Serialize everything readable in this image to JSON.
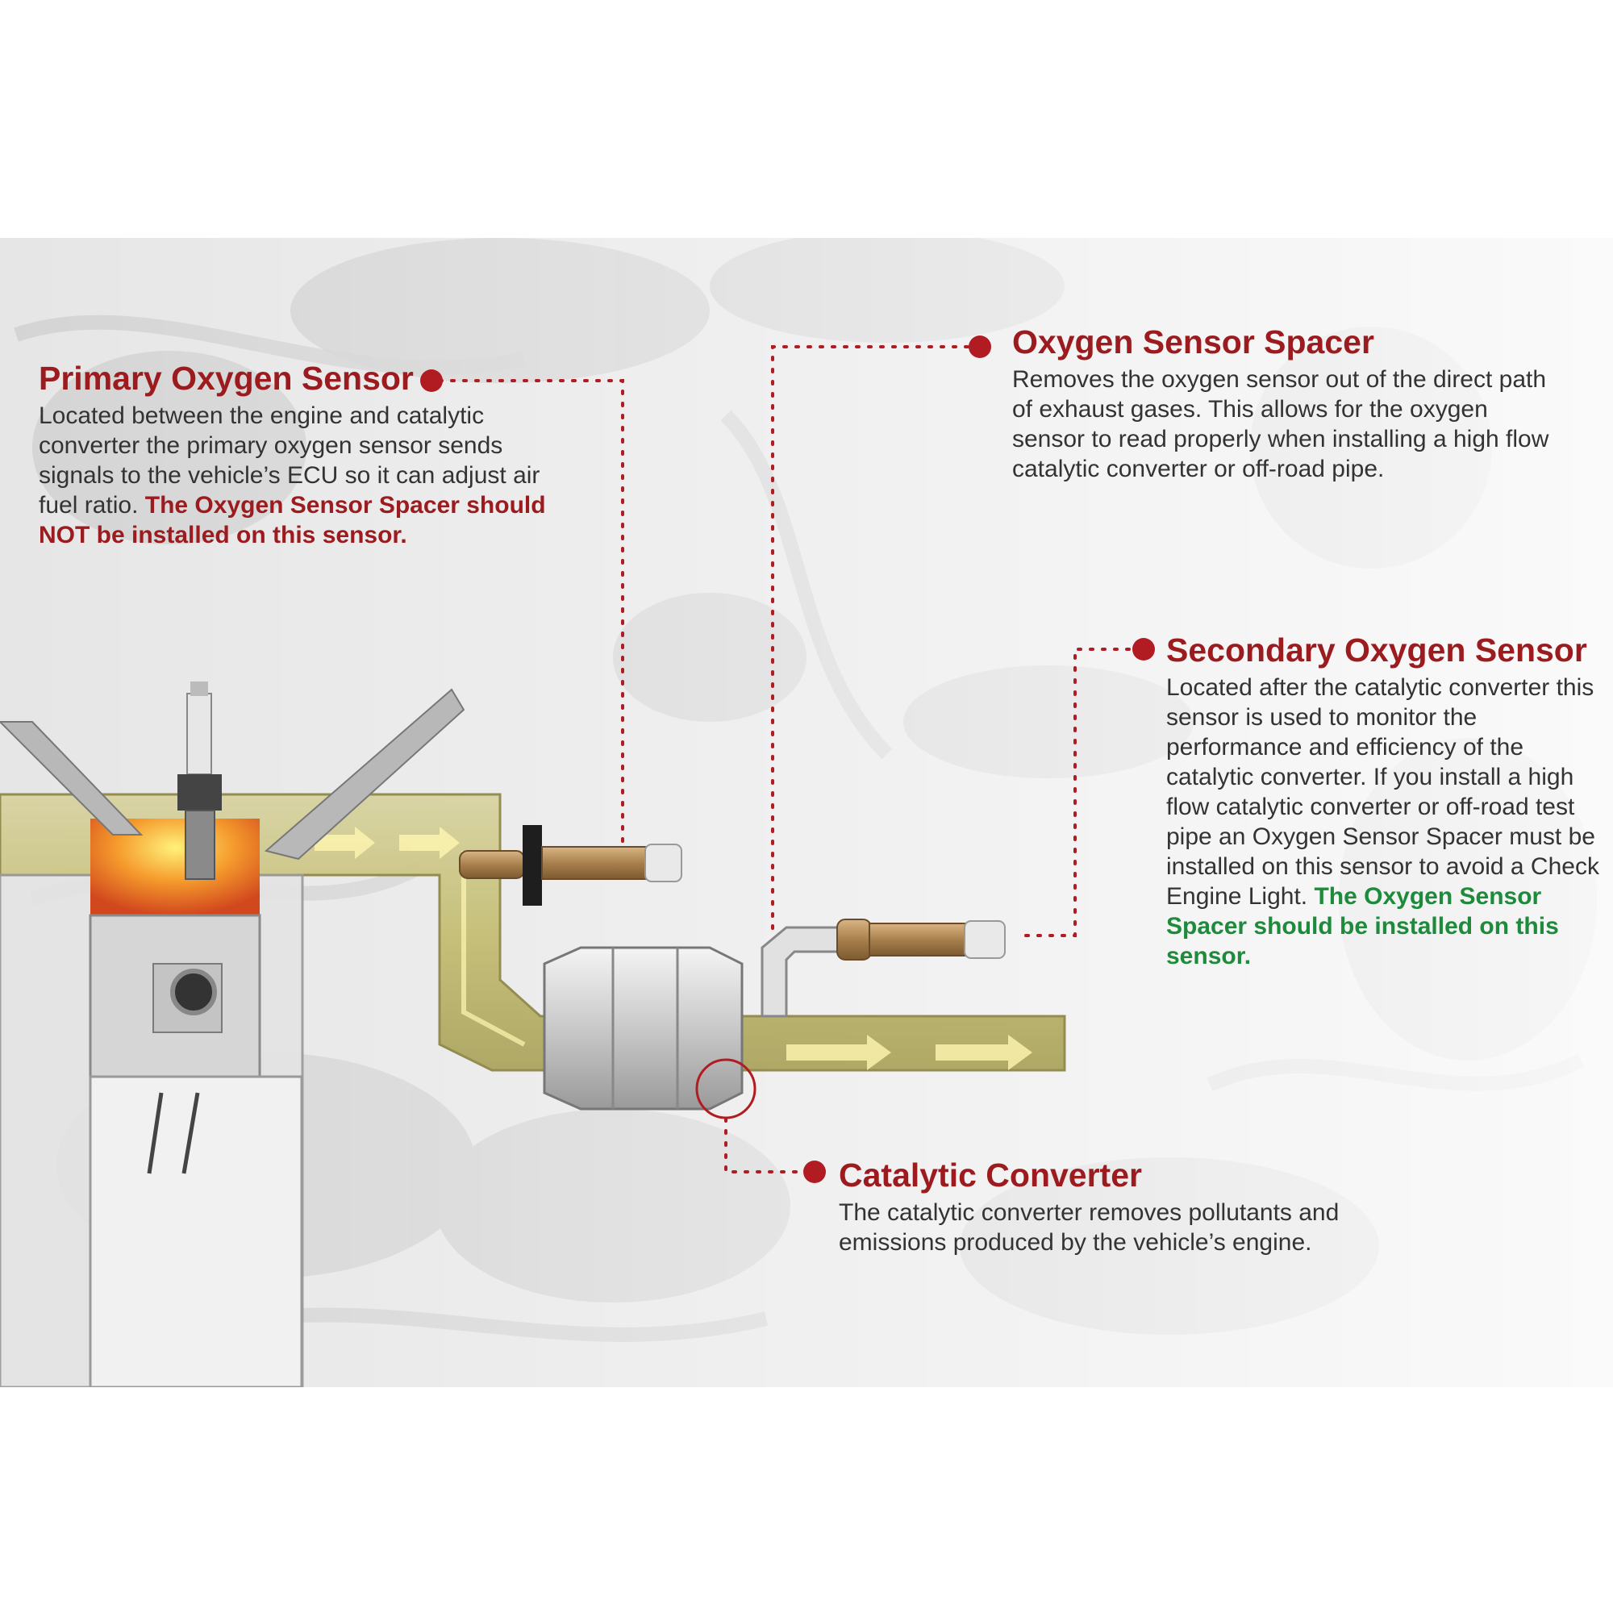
{
  "callouts": {
    "primary": {
      "title": "Primary Oxygen Sensor",
      "body": "Located between the engine and catalytic converter the primary oxygen sensor sends signals to the vehicle’s ECU so it can adjust air fuel ratio.",
      "emphasis": "The Oxygen Sensor Spacer should NOT be installed on this sensor."
    },
    "spacer": {
      "title": "Oxygen Sensor Spacer",
      "body": "Removes the oxygen sensor out of the direct path of exhaust gases. This allows for the oxygen sensor to read properly when installing a high flow catalytic converter or off-road pipe."
    },
    "secondary": {
      "title": "Secondary Oxygen Sensor",
      "body": "Located after the catalytic converter this sensor is used to monitor the performance and efficiency of the catalytic converter. If you install a high flow catalytic converter or off-road test pipe an Oxygen Sensor Spacer must be installed on this sensor to avoid a Check Engine Light.",
      "emphasis": "The Oxygen Sensor Spacer should be installed on this sensor."
    },
    "catalytic": {
      "title": "Catalytic Converter",
      "body": "The catalytic converter removes pollutants and emissions produced by the vehicle’s engine."
    }
  },
  "colors": {
    "title_red": "#9c1b1f",
    "emphasis_green": "#1e8a3b",
    "body_text": "#333333",
    "leader_dot": "#b01c22",
    "pipe": "#c9c27a",
    "background_panel": "#ebebeb"
  }
}
